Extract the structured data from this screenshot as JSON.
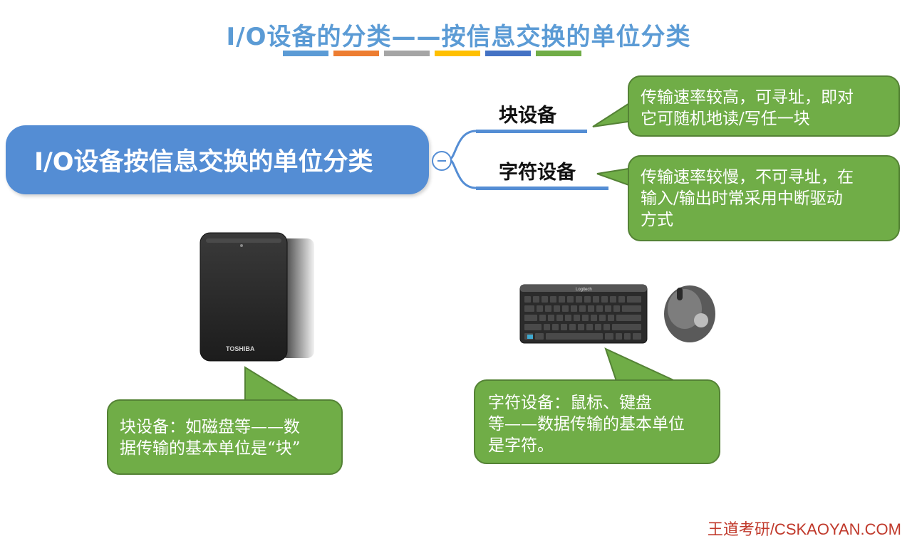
{
  "title": "I/O设备的分类——按信息交换的单位分类",
  "title_stripes": [
    "#5b9bd5",
    "#ed7d31",
    "#a5a5a5",
    "#ffc000",
    "#4472c4",
    "#70ad47"
  ],
  "mindmap": {
    "root_label": "I/O设备按信息交换的单位分类",
    "branches": [
      {
        "label": "块设备",
        "note": [
          "传输速率较高，可寻址，即对",
          "它可随机地读/写任一块"
        ]
      },
      {
        "label": "字符设备",
        "note": [
          "传输速率较慢，不可寻址，在",
          "输入/输出时常采用中断驱动",
          "方式"
        ]
      }
    ]
  },
  "examples": {
    "block": [
      "块设备：如磁盘等——数",
      "据传输的基本单位是“块”"
    ],
    "char": [
      "字符设备：鼠标、键盘",
      "等——数据传输的基本单位",
      "是字符。"
    ],
    "hdd_brand": "TOSHIBA",
    "keyboard_brand": "Logitech"
  },
  "footer": "王道考研/CSKAOYAN.COM",
  "colors": {
    "root_fill": "#548dd4",
    "callout_fill": "#70ad47",
    "callout_border": "#548235",
    "footer": "#c0392b"
  }
}
